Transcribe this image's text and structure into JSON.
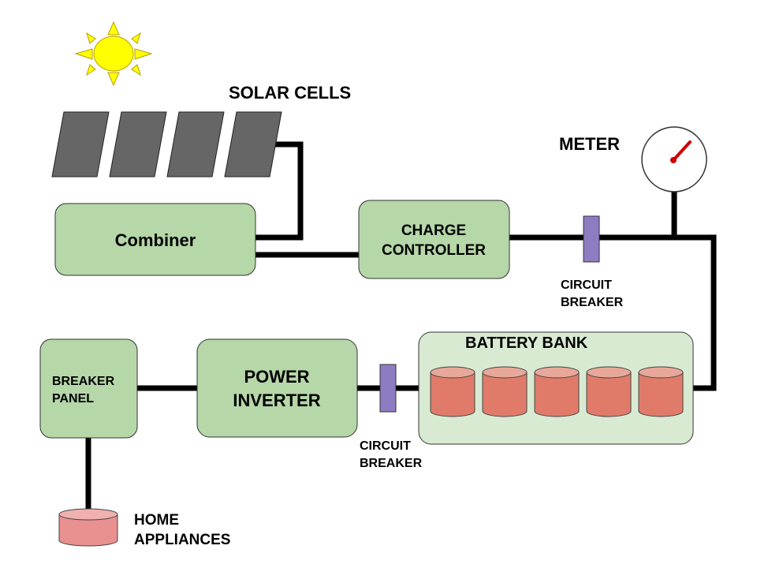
{
  "colors": {
    "background": "#ffffff",
    "wire": "#000000",
    "component_fill": "#b6d7a8",
    "battery_bank_fill": "#d9ead3",
    "battery_cell": "#e07b6a",
    "battery_cell_top": "#e8a899",
    "breaker_fill": "#8e7cc3",
    "solar_panel": "#666666",
    "sun": "#ffff00",
    "meter_needle": "#cc0000",
    "appliances": "#e99090"
  },
  "labels": {
    "solar_cells": "SOLAR CELLS",
    "combiner": "Combiner",
    "charge_controller_line1": "CHARGE",
    "charge_controller_line2": "CONTROLLER",
    "meter": "METER",
    "breaker_right_line1": "CIRCUIT",
    "breaker_right_line2": "BREAKER",
    "battery_bank": "BATTERY BANK",
    "power_inverter_line1": "POWER",
    "power_inverter_line2": "INVERTER",
    "breaker_left_line1": "CIRCUIT",
    "breaker_left_line2": "BREAKER",
    "breaker_panel_line1": "BREAKER",
    "breaker_panel_line2": "PANEL",
    "home_appliances_line1": "HOME",
    "home_appliances_line2": "APPLIANCES"
  },
  "icons": {
    "sun": "sun-icon",
    "meter": "gauge-icon",
    "solar_panel": "solar-panel-icon",
    "battery": "battery-cell-icon",
    "appliances": "appliance-icon"
  }
}
